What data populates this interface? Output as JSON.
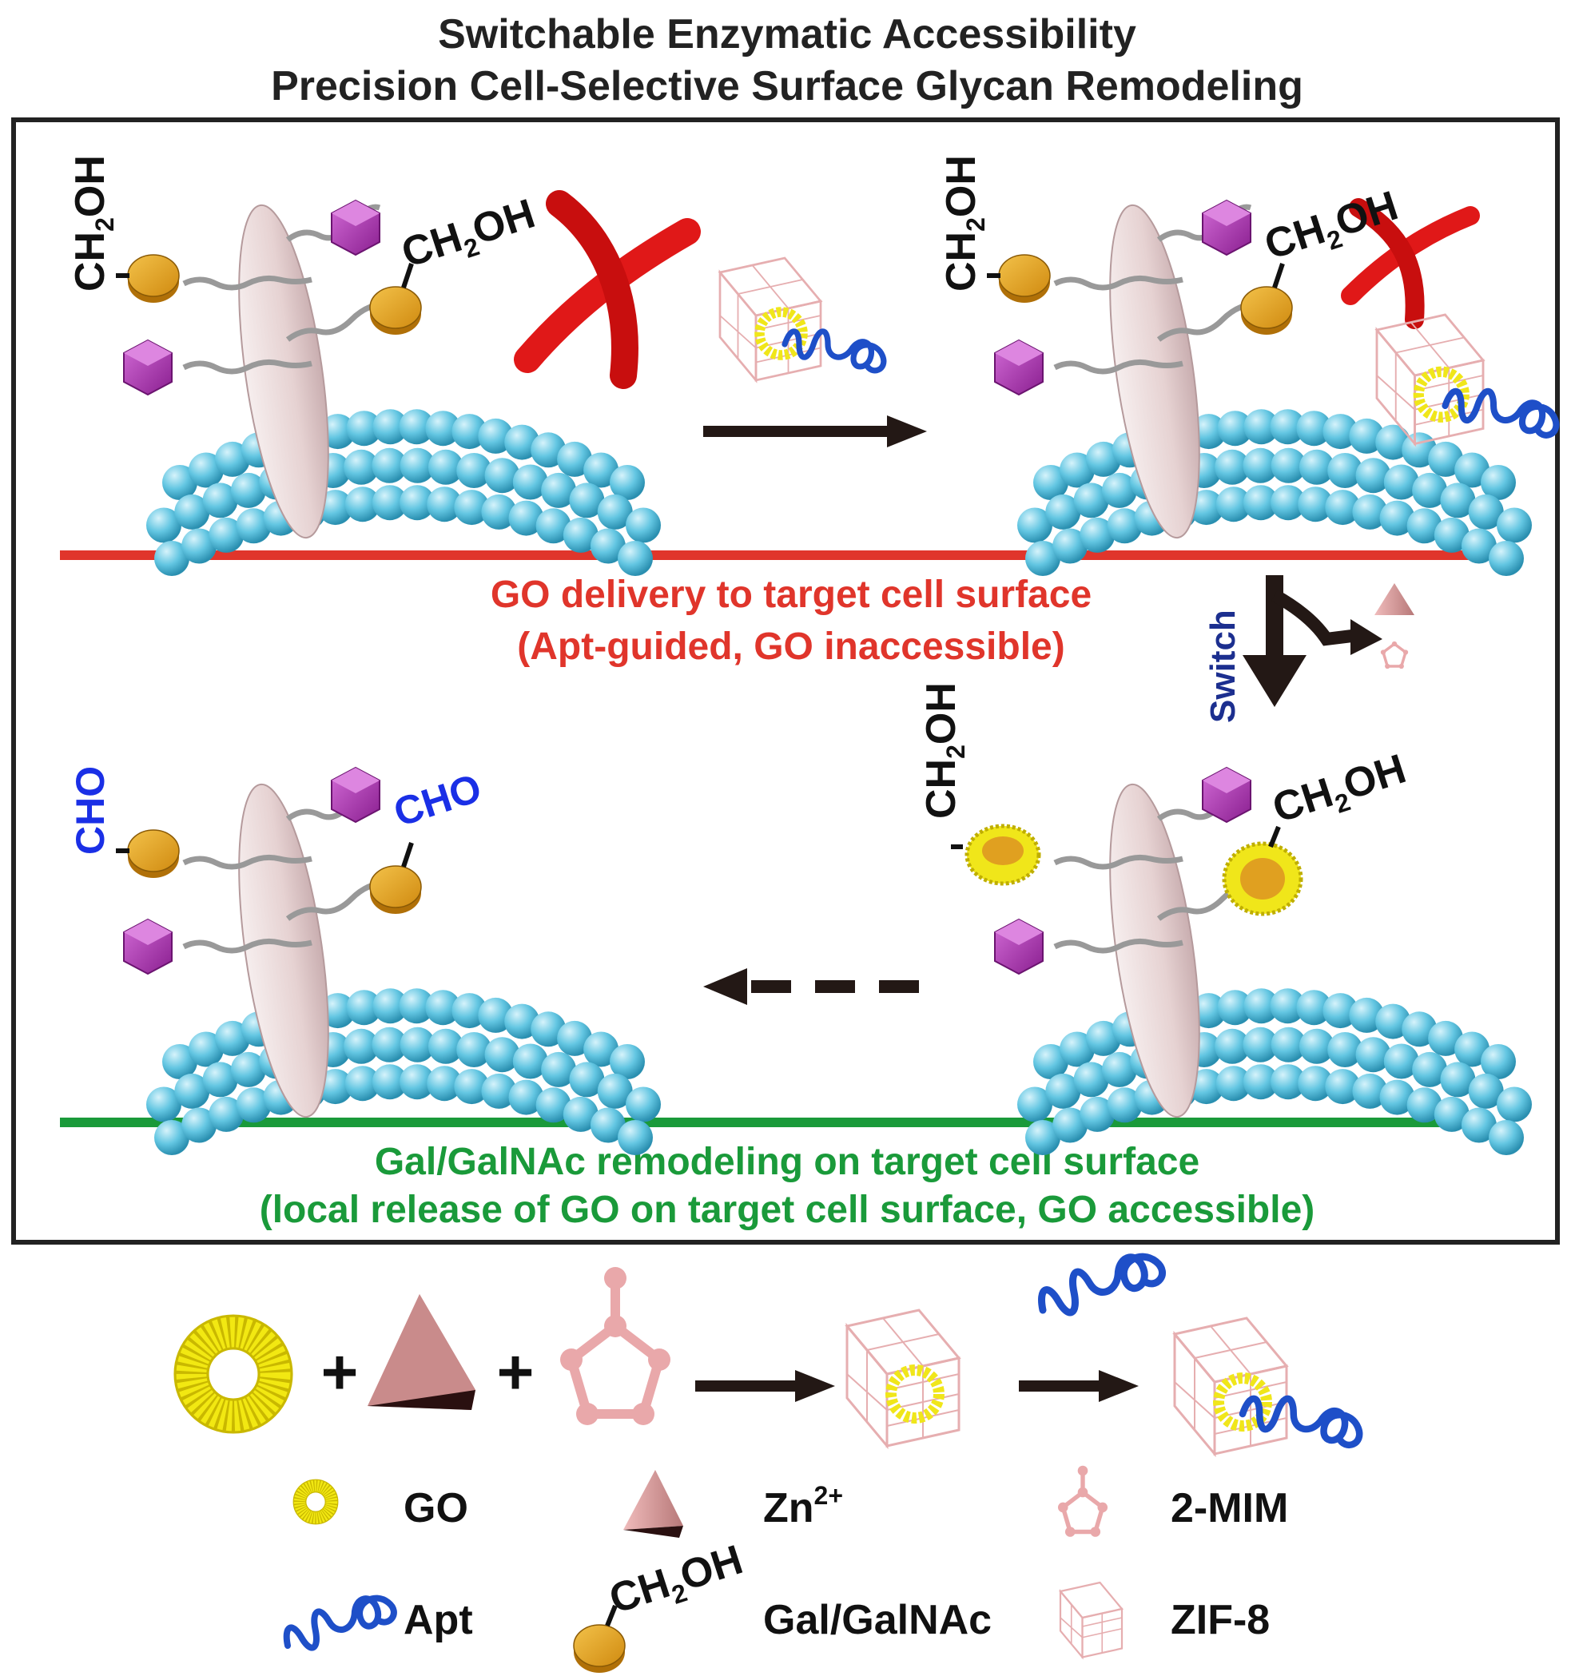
{
  "title": {
    "line1": "Switchable Enzymatic Accessibility",
    "line2": "Precision Cell-Selective Surface Glycan Remodeling"
  },
  "chem": {
    "ch2oh_ch": "CH",
    "ch2oh_sub": "2",
    "ch2oh_oh": "OH",
    "cho": "CHO"
  },
  "captions": {
    "delivery_line1": "GO delivery to target cell surface",
    "delivery_line2": "(Apt-guided, GO inaccessible)",
    "remodel_line1": "Gal/GalNAc remodeling on target cell surface",
    "remodel_line2": "(local release of GO on target cell surface, GO accessible)",
    "switch": "Switch"
  },
  "legend": {
    "go": "GO",
    "zn_base": "Zn",
    "zn_sup": "2+",
    "mim": "2-MIM",
    "apt": "Apt",
    "gal": "Gal/GalNAc",
    "zif": "ZIF-8"
  },
  "colors": {
    "red_caption": "#e0352b",
    "green_caption": "#1a9a3a",
    "membrane": "#5fc4e0",
    "protein": "#ecdcdc",
    "glycan_gold": "#e0a020",
    "magenta": "#b23ab8",
    "go_yellow": "#f2e812",
    "aptamer": "#1e4fc8",
    "zif_pink": "#e9b4b6",
    "zn_pink": "#d99a9a"
  }
}
